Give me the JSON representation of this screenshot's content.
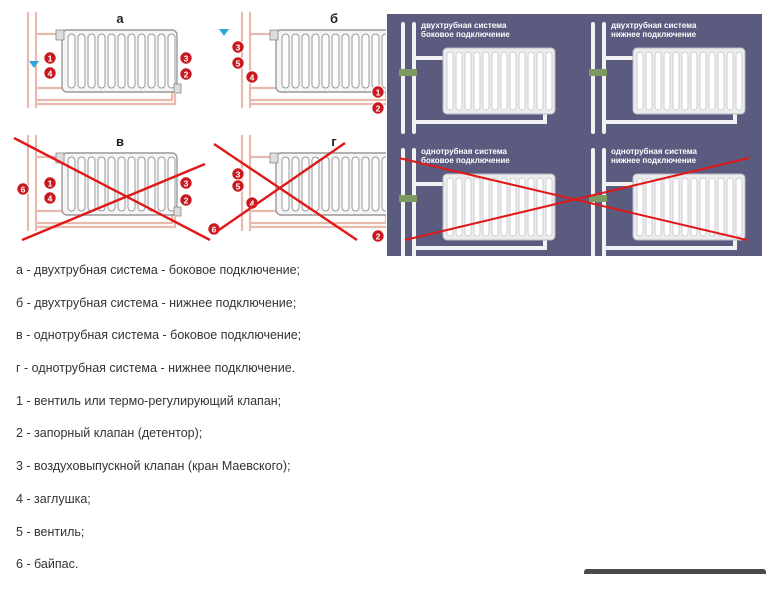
{
  "colors": {
    "pipe_left": "#e8b9ad",
    "radiator_left": "#9a9a9a",
    "badge": "#c8191f",
    "arrow_blue": "#2aa7dd",
    "cross": "#e11818",
    "bg_right": "#5b5a7f",
    "pipe_right": "#f2f2f2",
    "radiator_right": "#ececec",
    "valve_green": "#7c9a61",
    "text": "#333333"
  },
  "panels": [
    {
      "letter": "а",
      "badges": [
        "1",
        "4",
        "3",
        "2"
      ],
      "crossed": false
    },
    {
      "letter": "б",
      "badges": [
        "3",
        "5",
        "4",
        "1",
        "2"
      ],
      "crossed": false
    },
    {
      "letter": "в",
      "badges": [
        "6",
        "1",
        "4",
        "3",
        "2"
      ],
      "crossed": true
    },
    {
      "letter": "г",
      "badges": [
        "3",
        "5",
        "4",
        "6",
        "2"
      ],
      "crossed": true
    }
  ],
  "right_panels": [
    {
      "line1": "двухтрубная система",
      "line2": "боковое подключение",
      "crossed": false
    },
    {
      "line1": "двухтрубная система",
      "line2": "нижнее подключение",
      "crossed": false
    },
    {
      "line1": "однотрубная система",
      "line2": "боковое подключение",
      "crossed": true
    },
    {
      "line1": "однотрубная система",
      "line2": "нижнее подключение",
      "crossed": true
    }
  ],
  "legend": [
    "а - двухтрубная система - боковое подключение;",
    "б - двухтрубная система - нижнее подключение;",
    "в - однотрубная система - боковое подключение;",
    "г - однотрубная система - нижнее подключение.",
    "1 - вентиль или термо-регулирующий клапан;",
    "2 - запорный клапан (детентор);",
    "3 - воздуховыпускной клапан (кран Маевского);",
    "4 - заглушка;",
    "5 - вентиль;",
    "6 - байпас."
  ]
}
